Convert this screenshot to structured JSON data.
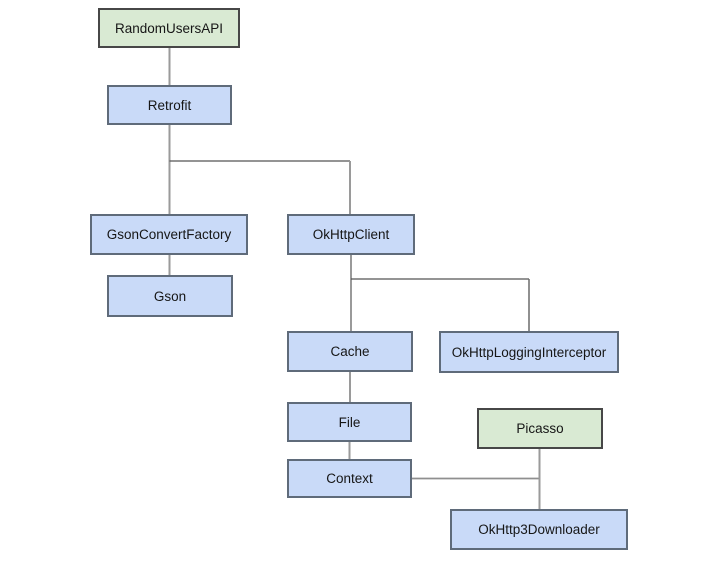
{
  "diagram": {
    "description": "Dependency graph of an Android networking stack",
    "background_color": "#ffffff",
    "colors": {
      "green_node_fill": "#d9ead3",
      "green_node_border": "#474747",
      "blue_node_fill": "#c9daf8",
      "blue_node_border": "#5f6b7a",
      "connector_gray": "#9a9a9a",
      "connector_dark": "#545454",
      "text": "#161616"
    },
    "nodes": [
      {
        "id": "randomusersapi",
        "label": "RandomUsersAPI",
        "color": "green"
      },
      {
        "id": "retrofit",
        "label": "Retrofit",
        "color": "blue"
      },
      {
        "id": "gsonconvertfactory",
        "label": "GsonConvertFactory",
        "color": "blue"
      },
      {
        "id": "okhttpclient",
        "label": "OkHttpClient",
        "color": "blue"
      },
      {
        "id": "gson",
        "label": "Gson",
        "color": "blue"
      },
      {
        "id": "cache",
        "label": "Cache",
        "color": "blue"
      },
      {
        "id": "okhttplogginginterceptor",
        "label": "OkHttpLoggingInterceptor",
        "color": "blue"
      },
      {
        "id": "file",
        "label": "File",
        "color": "blue"
      },
      {
        "id": "picasso",
        "label": "Picasso",
        "color": "green"
      },
      {
        "id": "context",
        "label": "Context",
        "color": "blue"
      },
      {
        "id": "okhttp3downloader",
        "label": "OkHttp3Downloader",
        "color": "blue"
      }
    ],
    "edges": [
      {
        "from": "RandomUsersAPI",
        "to": "Retrofit"
      },
      {
        "from": "Retrofit",
        "to": "GsonConvertFactory"
      },
      {
        "from": "Retrofit",
        "to": "OkHttpClient"
      },
      {
        "from": "GsonConvertFactory",
        "to": "Gson"
      },
      {
        "from": "OkHttpClient",
        "to": "Cache"
      },
      {
        "from": "OkHttpClient",
        "to": "OkHttpLoggingInterceptor"
      },
      {
        "from": "Cache",
        "to": "File"
      },
      {
        "from": "File",
        "to": "Context"
      },
      {
        "from": "Context",
        "to": "OkHttp3Downloader"
      },
      {
        "from": "Picasso",
        "to": "OkHttp3Downloader"
      }
    ]
  }
}
